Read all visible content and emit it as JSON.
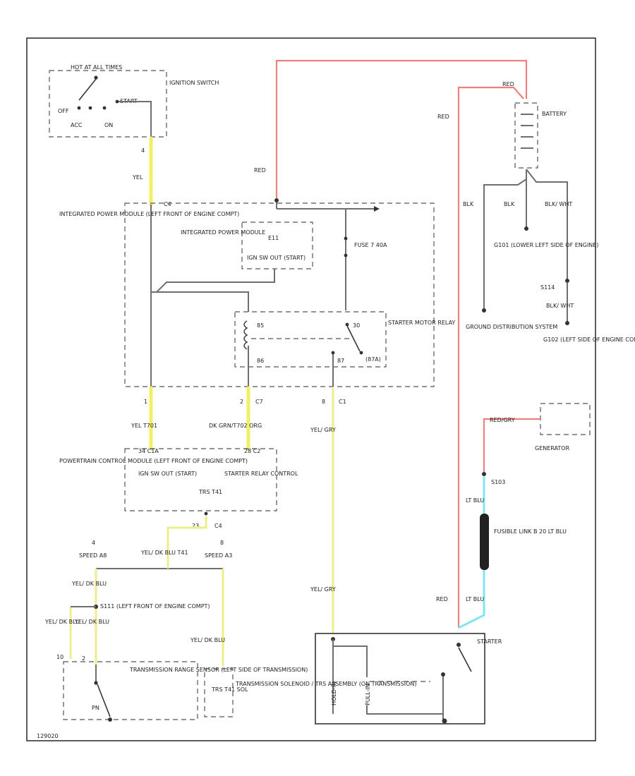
{
  "labels": {
    "hot_at_all_times": "HOT AT ALL TIMES",
    "ignition_switch": "IGNITION SWITCH",
    "sw_off": "OFF",
    "sw_start": "START",
    "sw_acc": "ACC",
    "sw_on": "ON",
    "pin_ign_4": "4",
    "yel_1": "YEL",
    "c_ipm_top": "C4",
    "red_1": "RED",
    "red_2": "RED",
    "red_3": "RED",
    "red_4": "RED",
    "battery": "BATTERY",
    "blk_1": "BLK",
    "blk_2": "BLK",
    "blk_wht_1": "BLK/ WHT",
    "blk_wht_2": "BLK/ WHT",
    "g101": "G101 (LOWER LEFT SIDE OF ENGINE)",
    "s114": "S114",
    "ground_dist": "GROUND DISTRIBUTION SYSTEM",
    "g102": "G102 (LEFT SIDE OF ENGINE COMPT)",
    "ipm_title": "INTEGRATED POWER MODULE (LEFT FRONT OF ENGINE COMPT)",
    "ipm_inner": "INTEGRATED POWER MODULE",
    "e11": "E11",
    "e11_desc": "IGN SW OUT (START)",
    "fuse": "FUSE 7 40A",
    "starter_relay": "STARTER MOTOR RELAY",
    "pin_85": "85",
    "pin_86": "86",
    "pin_30": "30",
    "pin_87": "87",
    "pin_87a": "(87A)",
    "conn_1": "1",
    "conn_2": "2",
    "c_c7": "C7",
    "conn_8": "8",
    "c_c1": "C1",
    "wire_yel_t701": "YEL T701",
    "wire_dkgrn_t702": "DK GRN/T702 ORG",
    "wire_yel_gry_1": "YEL/ GRY",
    "wire_yel_gry_2": "YEL/ GRY",
    "pcm_pins_left": "34 C1A",
    "pcm_pins_right": "28 C2",
    "pcm_title": "POWERTRAIN CONTROL MODULE (LEFT FRONT OF ENGINE COMPT)",
    "pcm_ign_out": "IGN SW OUT (START)",
    "pcm_relay_ctrl": "STARTER RELAY CONTROL",
    "pcm_trs": "TRS T41",
    "pin_23": "23",
    "c_c4": "C4",
    "pin_4": "4",
    "speed_a8": "SPEED A8",
    "wire_yel_dkblu_t41": "YEL/ DK BLU T41",
    "pin_8": "8",
    "speed_a3": "SPEED A3",
    "wire_yel_dkblu_1": "YEL/ DK BLU",
    "wire_yel_dkblu_2": "YEL/ DK BLU",
    "wire_yel_dkblu_3": "YEL/ DK BLU",
    "wire_yel_dkblu_4": "YEL/ DK BLU",
    "s111": "S111 (LEFT FRONT OF ENGINE COMPT)",
    "pin_10": "10",
    "pin_2": "2",
    "trs_title": "TRANSMISSION RANGE SENSOR (LEFT SIDE OF TRANSMISSION)",
    "pn": "PN",
    "trs_box": "TRS T41 SOL",
    "sol_title": "TRANSMISSION SOLENOID / TRS ASSEMBLY (ON TRANSMISSION)",
    "red_gry": "RED/GRY",
    "generator": "GENERATOR",
    "s103": "S103",
    "lt_blu_1": "LT BLU",
    "lt_blu_2": "LT BLU",
    "fusible_link": "FUSIBLE LINK B 20 LT BLU",
    "starter": "STARTER",
    "hold_in": "HOLD-IN",
    "pull_in": "PULL-IN",
    "diagram_id": "129020"
  }
}
